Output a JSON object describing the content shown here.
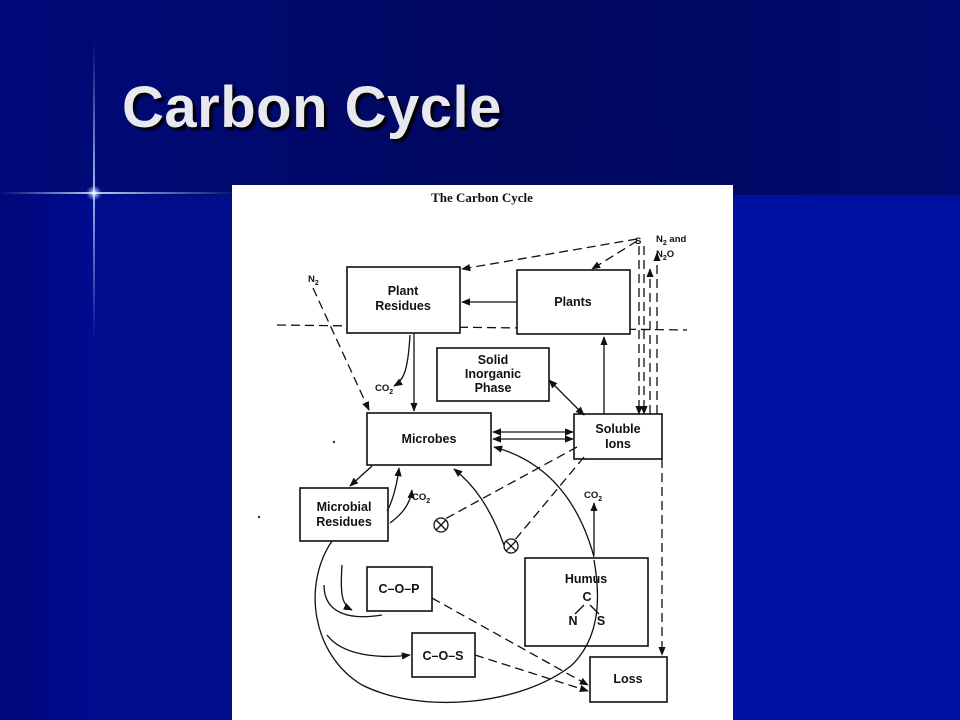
{
  "slide": {
    "title": "Carbon Cycle"
  },
  "figure": {
    "title": "The Carbon Cycle",
    "boxes": {
      "plant_residues": [
        "Plant",
        "Residues"
      ],
      "plants": "Plants",
      "solid_inorganic_phase": [
        "Solid",
        "Inorganic",
        "Phase"
      ],
      "microbes": "Microbes",
      "soluble_ions": [
        "Soluble",
        "Ions"
      ],
      "microbial_residues": [
        "Microbial",
        "Residues"
      ],
      "humus": {
        "label": "Humus",
        "c": "C",
        "n": "N",
        "s": "S"
      },
      "c_o_p": "C–O–P",
      "c_o_s": "C–O–S",
      "loss": "Loss"
    },
    "labels": {
      "n2": "N",
      "n2_sub": "2",
      "co2_a": "CO",
      "co2_b": "CO",
      "co2_c": "CO",
      "co2_sub": "2",
      "s": "S",
      "n2_and": "N",
      "n2_and_sub": "2",
      "and_word": " and",
      "n2o": "N",
      "n2o_sub": "2",
      "n2o_o": "O"
    }
  },
  "colors": {
    "title_text": "#e8e8ee",
    "background": "#000d8a"
  }
}
